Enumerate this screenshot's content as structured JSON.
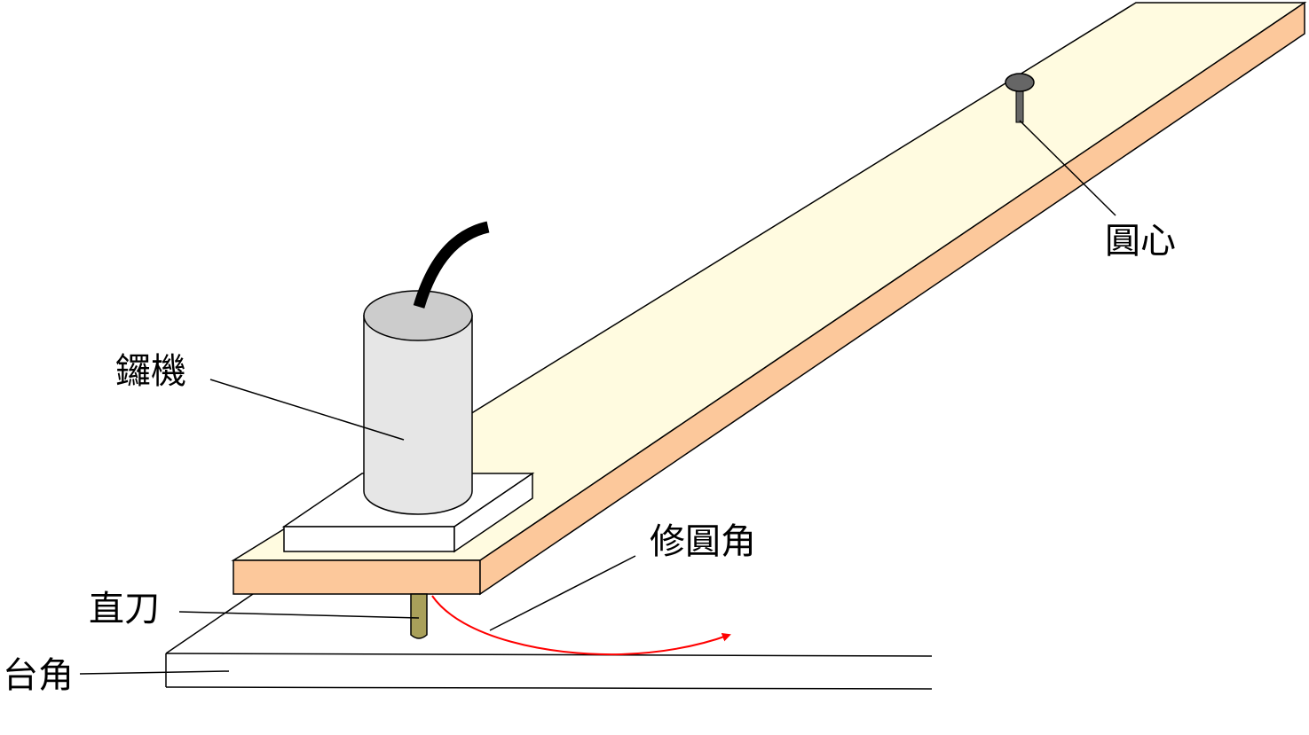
{
  "labels": {
    "center": "圓心",
    "router": "鑼機",
    "rounding": "修圓角",
    "straight_bit": "直刀",
    "table_corner": "台角"
  },
  "colors": {
    "board_top": "#fffbe0",
    "board_edge": "#fcc89b",
    "router_body": "#e6e6e6",
    "router_top": "#cccccc",
    "router_base": "#ffffff",
    "bit": "#a9a05a",
    "pivot_nail": "#666666",
    "cord": "#000000",
    "arc": "#ff0000",
    "outline": "#000000"
  },
  "icons": {
    "pivot": "nail-icon",
    "cut_path": "curved-arrow-icon"
  }
}
